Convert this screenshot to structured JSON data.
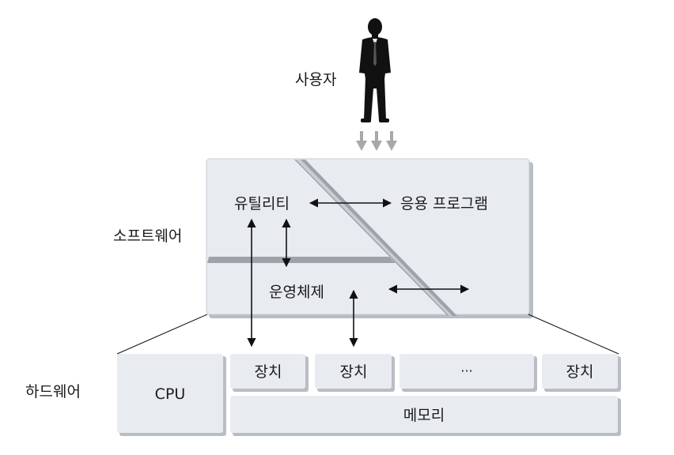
{
  "labels": {
    "user": "사용자",
    "software": "소프트웨어",
    "hardware": "하드웨어"
  },
  "software_blocks": {
    "utility": "유틸리티",
    "application": "응용 프로그램",
    "os": "운영체제"
  },
  "hardware_blocks": {
    "cpu": "CPU",
    "devices": [
      "장치",
      "장치",
      "···",
      "장치"
    ],
    "memory": "메모리"
  },
  "icons": {
    "user_figure": "person-in-suit-icon",
    "down_arrows": "triple-down-arrow-icon"
  },
  "colors": {
    "block_fill": "#e8ecf1",
    "block_shadow": "#b9bec5",
    "arrow": "#111111",
    "down_arrow": "#a9a9a9"
  }
}
